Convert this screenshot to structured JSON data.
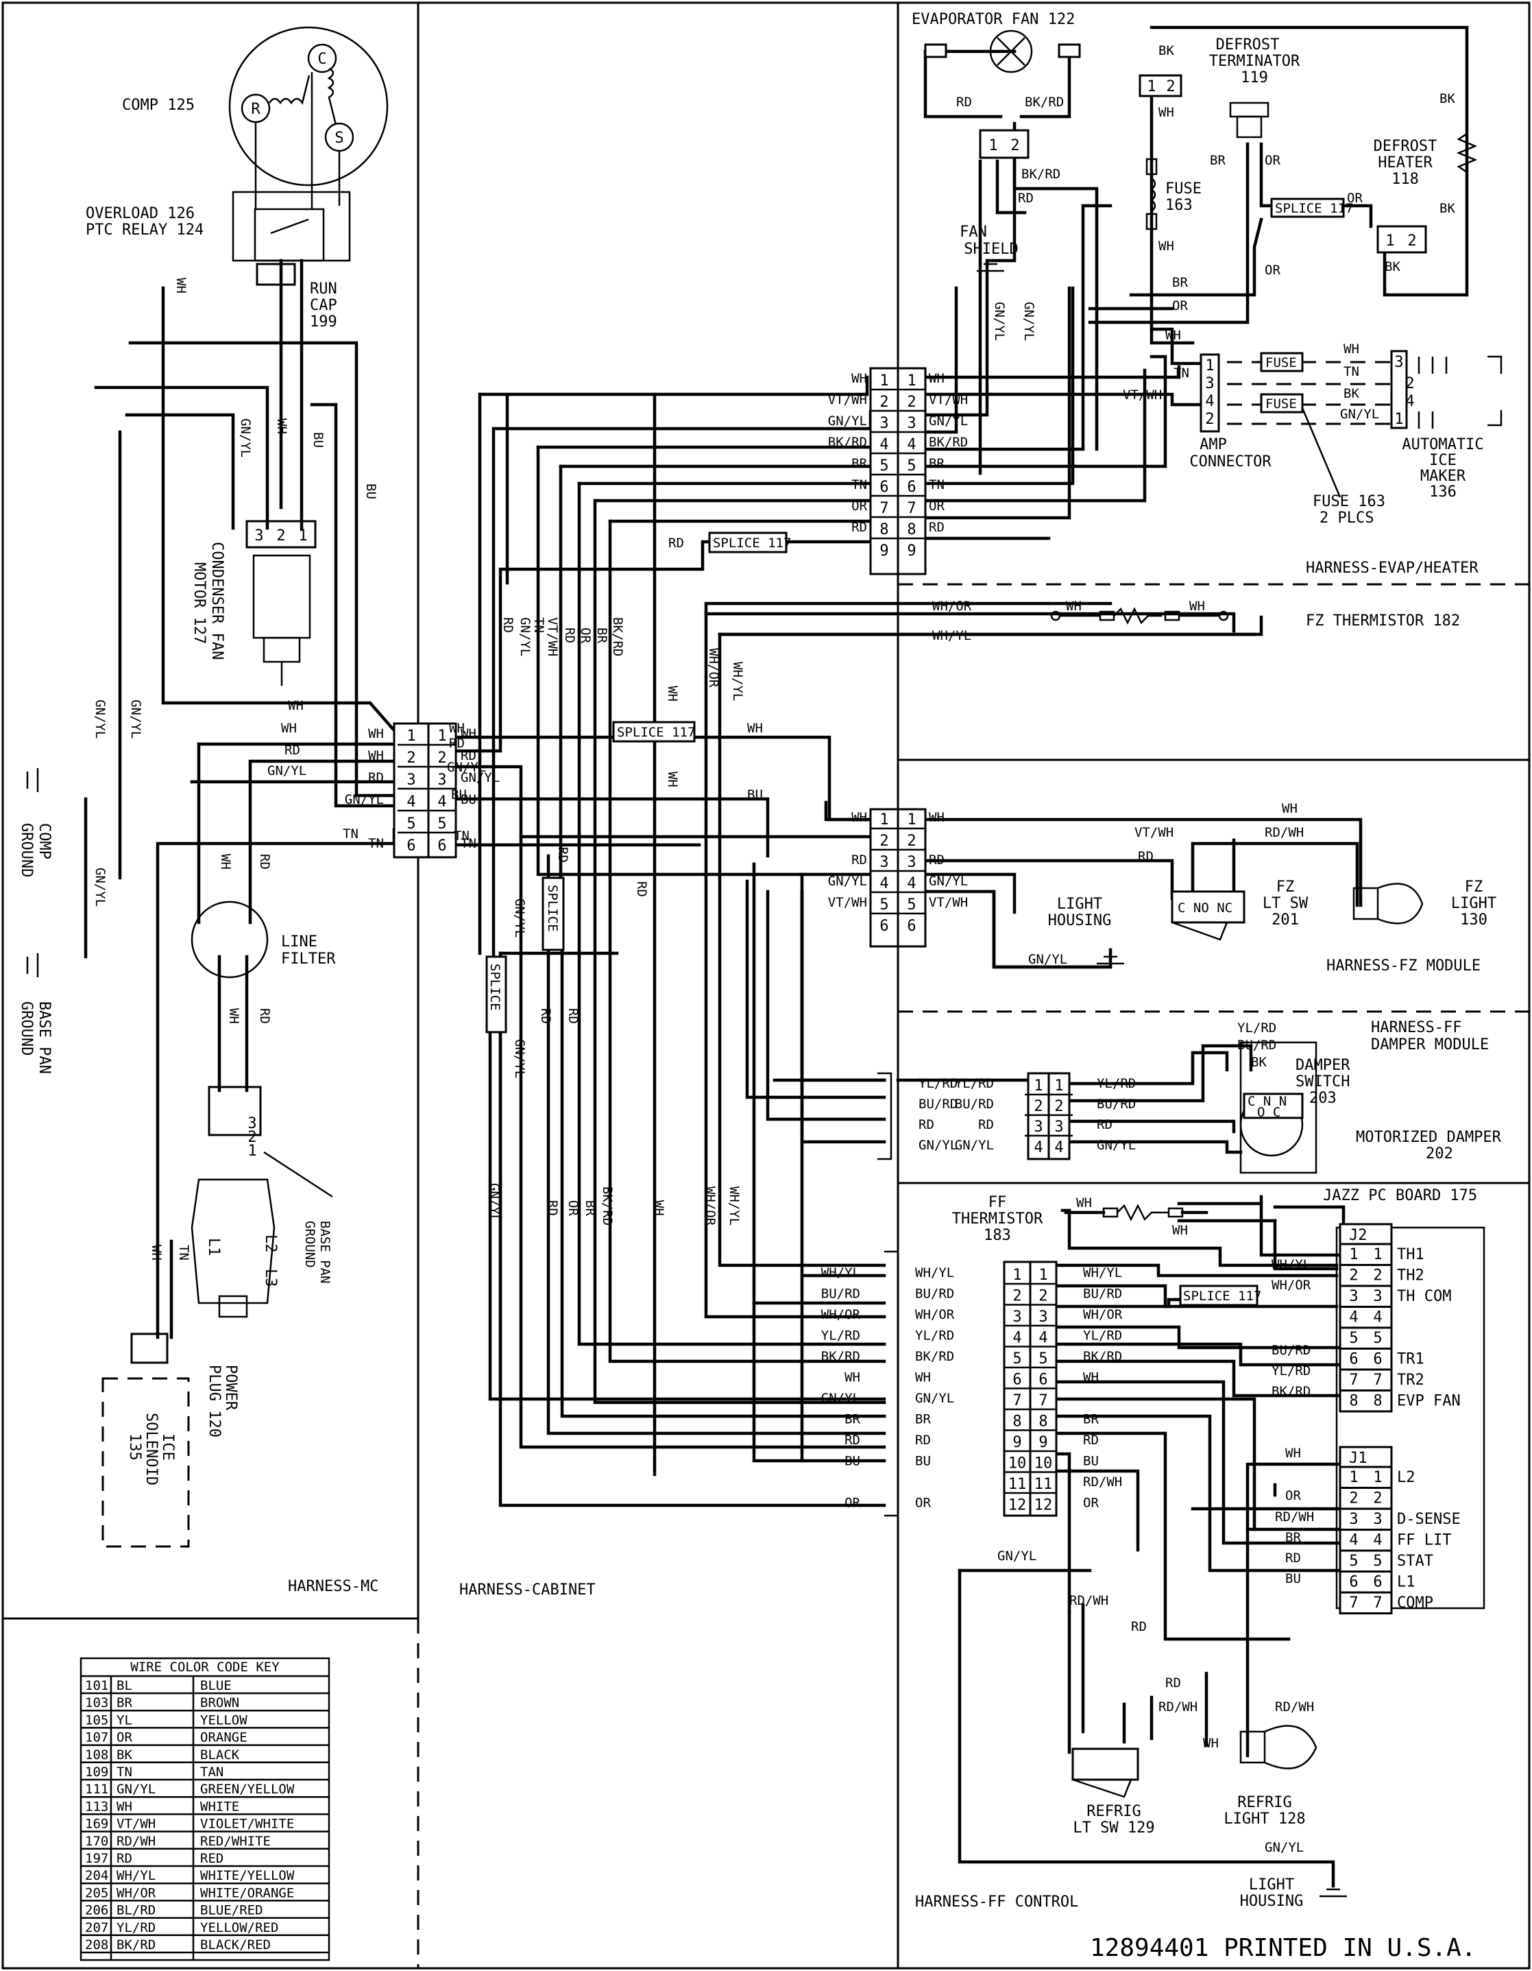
{
  "compressor": {
    "label": "COMP 125",
    "c": "C",
    "r": "R",
    "s": "S"
  },
  "overload": {
    "line1": "OVERLOAD 126",
    "line2": "PTC RELAY 124"
  },
  "run_cap": {
    "line1": "RUN",
    "line2": "CAP",
    "line3": "199"
  },
  "condenser_fan": {
    "line1": "CONDENSER FAN",
    "line2": "MOTOR 127",
    "pins": [
      "3",
      "2",
      "1"
    ]
  },
  "comp_ground": {
    "line1": "COMP",
    "line2": "GROUND"
  },
  "base_pan_ground": {
    "line1": "BASE PAN",
    "line2": "GROUND"
  },
  "base_pan_ground_plug": {
    "line1": "BASE PAN",
    "line2": "GROUND"
  },
  "line_filter": {
    "line1": "LINE",
    "line2": "FILTER"
  },
  "power_plug": {
    "line1": "POWER",
    "line2": "PLUG 120",
    "l1": "L1",
    "l2": "L2",
    "l3": "L3",
    "pins": [
      "3",
      "2",
      "1"
    ]
  },
  "ice_solenoid": {
    "line1": "ICE",
    "line2": "SOLENOID",
    "line3": "135"
  },
  "harness_mc": "HARNESS-MC",
  "harness_cabinet": "HARNESS-CABINET",
  "evaporator_fan": "EVAPORATOR FAN 122",
  "defrost_terminator": {
    "line1": "DEFROST",
    "line2": "TERMINATOR",
    "line3": "119"
  },
  "defrost_heater": {
    "line1": "DEFROST",
    "line2": "HEATER",
    "line3": "118"
  },
  "fuse_163": {
    "line1": "FUSE",
    "line2": "163"
  },
  "fan_shield": {
    "line1": "FAN",
    "line2": "SHIELD"
  },
  "amp_connector": {
    "line1": "AMP",
    "line2": "CONNECTOR"
  },
  "ice_maker": {
    "line1": "AUTOMATIC",
    "line2": "ICE",
    "line3": "MAKER",
    "line4": "136"
  },
  "fuse_plcs": {
    "line1": "FUSE 163",
    "line2": "2 PLCS"
  },
  "fuse_word": "FUSE",
  "harness_evap": "HARNESS-EVAP/HEATER",
  "fz_thermistor": "FZ THERMISTOR 182",
  "fz_lt_sw": {
    "line1": "FZ",
    "line2": "LT SW",
    "line3": "201",
    "contacts": "C NO NC"
  },
  "fz_light": {
    "line1": "FZ",
    "line2": "LIGHT",
    "line3": "130"
  },
  "light_housing": {
    "line1": "LIGHT",
    "line2": "HOUSING"
  },
  "harness_fz": "HARNESS-FZ MODULE",
  "harness_ff_damper": {
    "line1": "HARNESS-FF",
    "line2": "DAMPER MODULE"
  },
  "damper_switch": {
    "line1": "DAMPER",
    "line2": "SWITCH",
    "line3": "203",
    "contacts_top": "C N N",
    "contacts_bot": "O C"
  },
  "motorized_damper": {
    "line1": "MOTORIZED DAMPER",
    "line2": "202"
  },
  "jazz_board": "JAZZ PC BOARD 175",
  "ff_thermistor": {
    "line1": "FF",
    "line2": "THERMISTOR",
    "line3": "183"
  },
  "splice": "SPLICE 117",
  "splice_vertical": "SPLICE",
  "j2": {
    "title": "J2",
    "pins": [
      "1",
      "2",
      "3",
      "4",
      "5",
      "6",
      "7",
      "8"
    ],
    "labels": [
      "TH1",
      "TH2",
      "TH COM",
      "",
      "",
      "TR1",
      "TR2",
      "EVP FAN"
    ]
  },
  "j1": {
    "title": "J1",
    "pins": [
      "1",
      "2",
      "3",
      "4",
      "5",
      "6",
      "7"
    ],
    "labels": [
      "L2",
      "",
      "D-SENSE",
      "FF LIT",
      "STAT",
      "L1",
      "COMP"
    ]
  },
  "refrig_lt_sw": {
    "line1": "REFRIG",
    "line2": "LT SW 129"
  },
  "refrig_light": {
    "line1": "REFRIG",
    "line2": "LIGHT 128"
  },
  "harness_ff_control": "HARNESS-FF CONTROL",
  "printed": "12894401 PRINTED IN U.S.A.",
  "evap_connector": {
    "pins": [
      "1",
      "2",
      "3",
      "4",
      "5",
      "6",
      "7",
      "8",
      "9"
    ],
    "left": [
      "WH",
      "VT/WH",
      "GN/YL",
      "BK/RD",
      "BR",
      "TN",
      "OR",
      "RD",
      ""
    ],
    "right": [
      "WH",
      "VT/WH",
      "GN/YL",
      "BK/RD",
      "BR",
      "TN",
      "OR",
      "RD",
      ""
    ]
  },
  "mc_connector": {
    "pins": [
      "1",
      "2",
      "3",
      "4",
      "5",
      "6"
    ],
    "left": [
      "WH",
      "WH",
      "RD",
      "GN/YL",
      "",
      "TN"
    ],
    "right": [
      "WH",
      "RD",
      "GN/YL",
      "BU",
      "",
      "TN"
    ]
  },
  "fz_connector": {
    "pins": [
      "1",
      "2",
      "3",
      "4",
      "5",
      "6"
    ],
    "left": [
      "WH",
      "",
      "RD",
      "GN/YL",
      "VT/WH",
      ""
    ],
    "right": [
      "WH",
      "",
      "RD",
      "GN/YL",
      "VT/WH",
      ""
    ]
  },
  "damper_connector": {
    "pins": [
      "1",
      "2",
      "3",
      "4"
    ],
    "left": [
      "YL/RD",
      "BU/RD",
      "RD",
      "GN/YL"
    ],
    "mid": [
      "YL/RD",
      "BU/RD",
      "RD",
      "GN/YL"
    ],
    "right": [
      "YL/RD",
      "BU/RD",
      "RD",
      "GN/YL"
    ]
  },
  "ff_connector": {
    "pins": [
      "1",
      "2",
      "3",
      "4",
      "5",
      "6",
      "7",
      "8",
      "9",
      "10",
      "11",
      "12"
    ],
    "left": [
      "WH/YL",
      "BU/RD",
      "WH/OR",
      "YL/RD",
      "BK/RD",
      "WH",
      "GN/YL",
      "BR",
      "RD",
      "BU",
      "",
      "OR"
    ],
    "mid": [
      "WH/YL",
      "BU/RD",
      "WH/OR",
      "YL/RD",
      "BK/RD",
      "WH",
      "GN/YL",
      "BR",
      "RD",
      "BU",
      "",
      "OR"
    ],
    "right": [
      "WH/YL",
      "BU/RD",
      "WH/OR",
      "YL/RD",
      "BK/RD",
      "WH",
      "",
      "BR",
      "RD",
      "BU",
      "RD/WH",
      "OR"
    ]
  },
  "wire_labels": {
    "wh": "WH",
    "bu": "BU",
    "rd": "RD",
    "tn": "TN",
    "gnyl": "GN/YL",
    "bk": "BK",
    "bkrd": "BK/RD",
    "br": "BR",
    "or": "OR",
    "vtwh": "VT/WH",
    "whor": "WH/OR",
    "whyl": "WH/YL",
    "rdwh": "RD/WH",
    "yl_rd": "YL/RD",
    "bu_rd": "BU/RD",
    "bl_rd": "BL/RD"
  },
  "amp_pins": [
    "1",
    "3",
    "4",
    "2"
  ],
  "ice_pins": [
    "3",
    "2",
    "4",
    "1"
  ],
  "fan_pins": [
    "1",
    "2"
  ],
  "term_pins": [
    "1",
    "2"
  ],
  "heater_pins": [
    "1",
    "2"
  ],
  "wire_key": {
    "title": "WIRE COLOR CODE KEY",
    "rows": [
      [
        "101",
        "BL",
        "BLUE"
      ],
      [
        "103",
        "BR",
        "BROWN"
      ],
      [
        "105",
        "YL",
        "YELLOW"
      ],
      [
        "107",
        "OR",
        "ORANGE"
      ],
      [
        "108",
        "BK",
        "BLACK"
      ],
      [
        "109",
        "TN",
        "TAN"
      ],
      [
        "111",
        "GN/YL",
        "GREEN/YELLOW"
      ],
      [
        "113",
        "WH",
        "WHITE"
      ],
      [
        "169",
        "VT/WH",
        "VIOLET/WHITE"
      ],
      [
        "170",
        "RD/WH",
        "RED/WHITE"
      ],
      [
        "197",
        "RD",
        "RED"
      ],
      [
        "204",
        "WH/YL",
        "WHITE/YELLOW"
      ],
      [
        "205",
        "WH/OR",
        "WHITE/ORANGE"
      ],
      [
        "206",
        "BL/RD",
        "BLUE/RED"
      ],
      [
        "207",
        "YL/RD",
        "YELLOW/RED"
      ],
      [
        "208",
        "BK/RD",
        "BLACK/RED"
      ]
    ]
  }
}
